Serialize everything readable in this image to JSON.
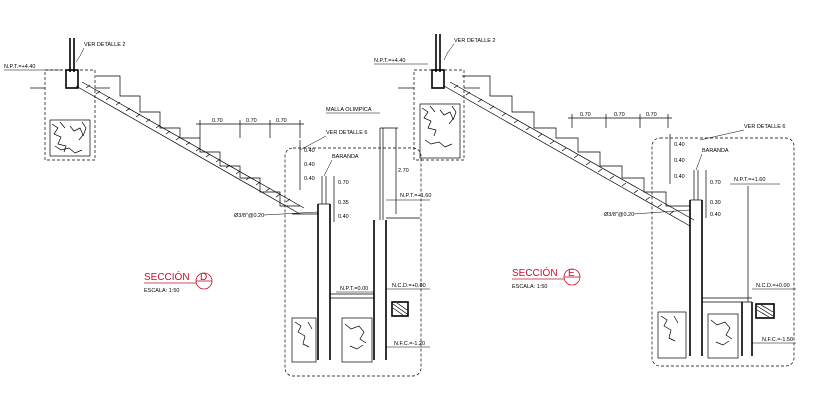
{
  "colors": {
    "line": "#000000",
    "title": "#c8102e",
    "background": "#ffffff"
  },
  "section_d": {
    "title": "SECCIÓN",
    "tag": "D",
    "scale": "ESCALA: 1:50",
    "npt_top": "N.P.T.=+4.40",
    "ver_detalle_2": "VER DETALLE 2",
    "ver_detalle_6": "VER DETALLE 6",
    "malla_olimpica": "MALLA OLIMPICA",
    "baranda": "BARANDA",
    "npt_mid": "N.P.T.=+1.60",
    "npt_low": "N.P.T.=0.00",
    "ncd": "N.C.D.=+0.00",
    "nfc": "N.F.C.=-1.20",
    "rebar": "Ø3/8\"@0.20",
    "dim_top": [
      "0.70",
      "0.70",
      "0.70"
    ],
    "dim_side": [
      "0.40",
      "0.40",
      "0.40"
    ],
    "dim_rail": [
      "0.70",
      "0.35",
      "0.40"
    ],
    "dim_mast": "2.70"
  },
  "section_e": {
    "title": "SECCIÓN",
    "tag": "E",
    "scale": "ESCALA: 1:50",
    "npt_top": "N.P.T.=+4.40",
    "ver_detalle_2": "VER DETALLE 2",
    "ver_detalle_6": "VER DETALLE 6",
    "baranda": "BARANDA",
    "npt_mid": "N.P.T.=+1.60",
    "ncd": "N.C.D.=+0.00",
    "nfc": "N.F.C.=-1.50",
    "rebar": "Ø3/8\"@0.20",
    "dim_top": [
      "0.70",
      "0.70",
      "0.70"
    ],
    "dim_side": [
      "0.40",
      "0.40",
      "0.40"
    ],
    "dim_rail": [
      "0.70",
      "0.30",
      "0.40"
    ]
  }
}
